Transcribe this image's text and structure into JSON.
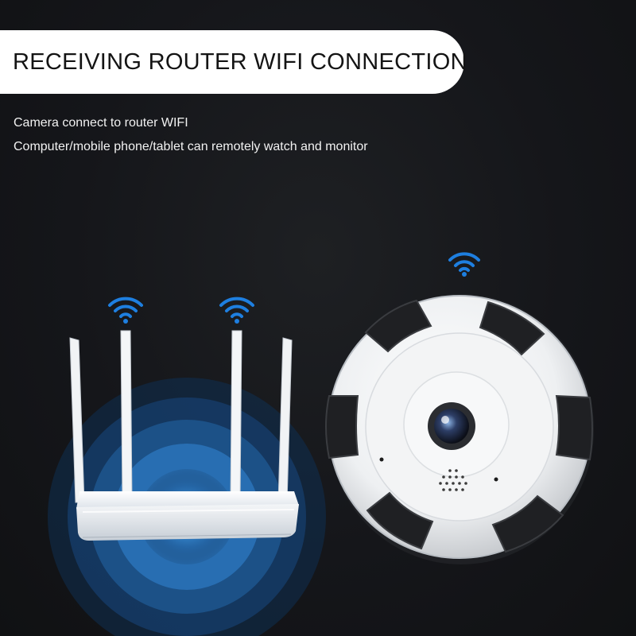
{
  "header": {
    "title": "RECEIVING ROUTER WIFI CONNECTION"
  },
  "captions": {
    "line1": "Camera connect to router WIFI",
    "line2": "Computer/mobile phone/tablet can remotely watch and monitor"
  },
  "scene": {
    "router": {
      "antenna_count": 4,
      "wifi_icons": [
        "wifi-icon",
        "wifi-icon"
      ]
    },
    "camera": {
      "type": "panoramic ceiling camera",
      "wifi_icons": [
        "wifi-icon"
      ],
      "ir_led_panels": 6
    }
  },
  "colors": {
    "background": "#161719",
    "title_bg": "#ffffff",
    "title_text": "#141414",
    "caption_text": "#f2f2f2",
    "wifi_blue": "#1e7fe0",
    "signal_glow": "#3a8fd8"
  }
}
